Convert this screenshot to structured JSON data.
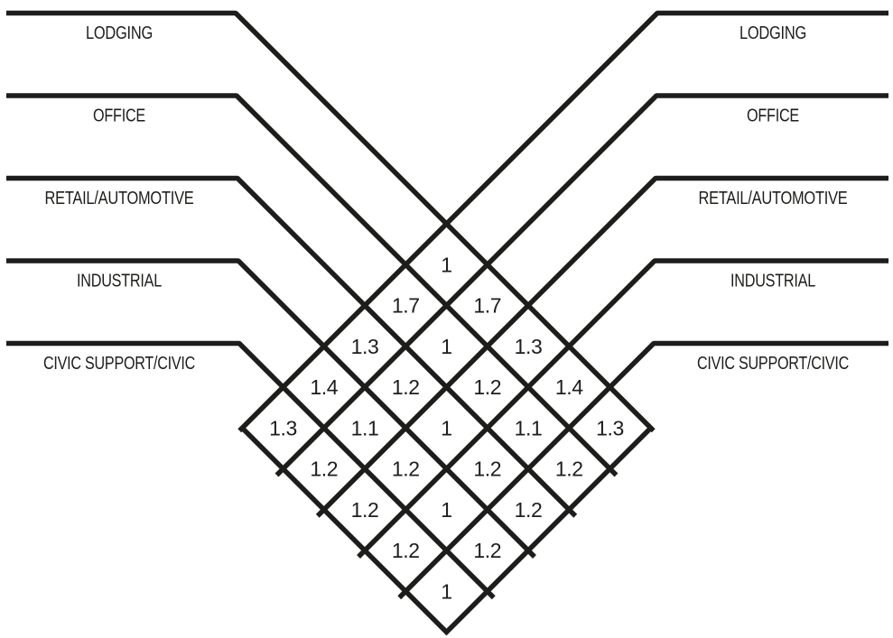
{
  "colors": {
    "line": "#1d1d1b",
    "text": "#1d1d1b",
    "background": "#ffffff"
  },
  "chart_data": {
    "type": "table",
    "layout": "diamond-half-matrix-rotated-45deg",
    "legend_position": "none",
    "left_labels": [
      "LODGING",
      "OFFICE",
      "RETAIL/AUTOMOTIVE",
      "INDUSTRIAL",
      "CIVIC SUPPORT/CIVIC"
    ],
    "right_labels": [
      "LODGING",
      "OFFICE",
      "RETAIL/AUTOMOTIVE",
      "INDUSTRIAL",
      "CIVIC SUPPORT/CIVIC"
    ],
    "matrix": [
      [
        1,
        1.7,
        1.3,
        1.4,
        1.3
      ],
      [
        1.7,
        1,
        1.2,
        1.1,
        1.2
      ],
      [
        1.3,
        1.2,
        1,
        1.2,
        1.2
      ],
      [
        1.4,
        1.1,
        1.2,
        1,
        1.2
      ],
      [
        1.3,
        1.2,
        1.2,
        1.2,
        1
      ]
    ]
  }
}
